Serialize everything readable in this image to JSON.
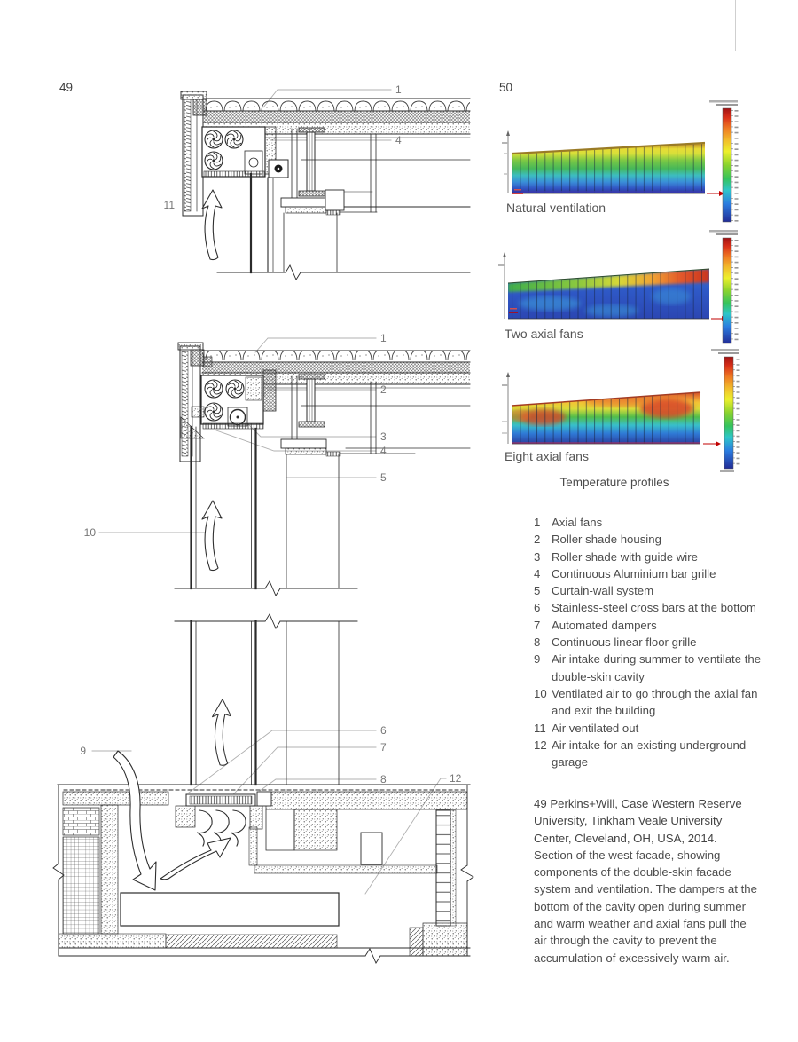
{
  "page": {
    "left_figure_number": "49",
    "right_figure_number": "50"
  },
  "figure50": {
    "profile_labels": [
      "Natural ventilation",
      "Two axial fans",
      "Eight axial fans"
    ],
    "caption": "Temperature profiles",
    "colors": {
      "scale_top": "#a01313",
      "scale_bottom": "#222c96",
      "plot1_dominant": "#46b859",
      "plot2_dominant": "#2f5ac8",
      "plot3_dominant": "#ec8c33"
    }
  },
  "legend": {
    "items": [
      {
        "num": "1",
        "text": "Axial fans"
      },
      {
        "num": "2",
        "text": "Roller shade housing"
      },
      {
        "num": "3",
        "text": "Roller shade with guide wire"
      },
      {
        "num": "4",
        "text": "Continuous Aluminium bar grille"
      },
      {
        "num": "5",
        "text": "Curtain-wall system"
      },
      {
        "num": "6",
        "text": "Stainless-steel cross bars at the bottom"
      },
      {
        "num": "7",
        "text": "Automated dampers"
      },
      {
        "num": "8",
        "text": "Continuous linear floor grille"
      },
      {
        "num": "9",
        "text": "Air intake during summer to ventilate the double-skin cavity"
      },
      {
        "num": "10",
        "text": "Ventilated air to go through the axial fan and exit the building"
      },
      {
        "num": "11",
        "text": "Air ventilated out"
      },
      {
        "num": "12",
        "text": "Air intake for an existing underground garage"
      }
    ]
  },
  "caption49": {
    "head": "49 Perkins+Will, Case Western Reserve University, Tinkham Veale University Center, Cleveland, OH, USA, 2014.",
    "body": "Section of the west facade, showing components of the double-skin facade system and ventilation. The dampers at the bottom of the cavity open during summer and warm weather and axial fans pull the air through the cavity to prevent the accumulation of excessively warm air."
  },
  "drawing": {
    "callouts": {
      "c1": "1",
      "c2": "2",
      "c3": "3",
      "c4": "4",
      "c5": "5",
      "c6": "6",
      "c7": "7",
      "c8": "8",
      "c9": "9",
      "c10": "10",
      "c11": "11",
      "c12": "12"
    }
  }
}
